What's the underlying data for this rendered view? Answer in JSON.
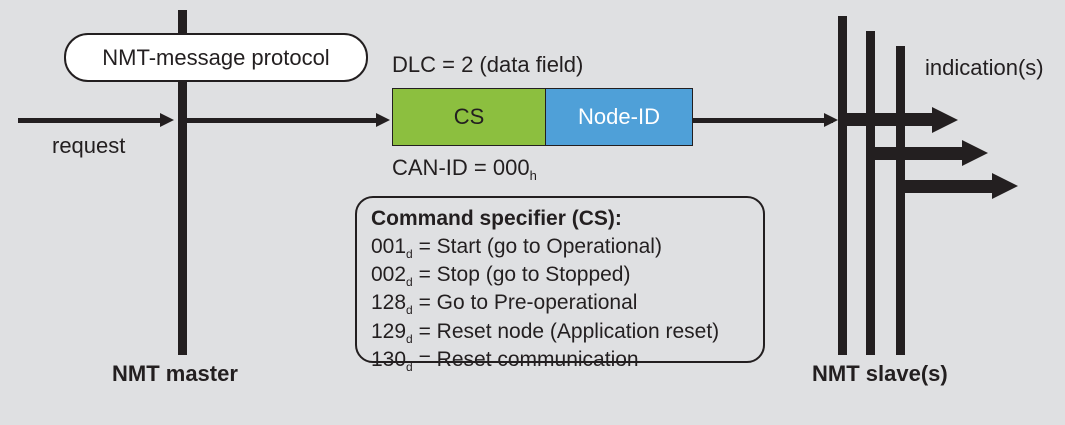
{
  "diagram": {
    "title": "NMT-message protocol",
    "background_color": "#dfe0e2",
    "ink_color": "#231f20"
  },
  "protocol_label": "NMT-message protocol",
  "left": {
    "request_label": "request",
    "master_label": "NMT master"
  },
  "frame": {
    "dlc_label": "DLC = 2 (data field)",
    "canid_label": "CAN-ID = 000",
    "canid_subscript": "h",
    "fields": [
      {
        "name": "CS",
        "color": "#8cbf3f",
        "text_color": "#231f20"
      },
      {
        "name": "Node-ID",
        "color": "#4fa0d8",
        "text_color": "#ffffff"
      }
    ]
  },
  "right": {
    "indication_label": "indication(s)",
    "slave_label": "NMT slave(s)"
  },
  "command_specifier": {
    "title": "Command specifier (CS):",
    "entries": [
      {
        "code": "001",
        "subscript": "d",
        "desc": "= Start (go to Operational)"
      },
      {
        "code": "002",
        "subscript": "d",
        "desc": "= Stop (go to Stopped)"
      },
      {
        "code": "128",
        "subscript": "d",
        "desc": "= Go to Pre-operational"
      },
      {
        "code": "129",
        "subscript": "d",
        "desc": "= Reset node (Application reset)"
      },
      {
        "code": "130",
        "subscript": "d",
        "desc": "= Reset communication"
      }
    ]
  }
}
